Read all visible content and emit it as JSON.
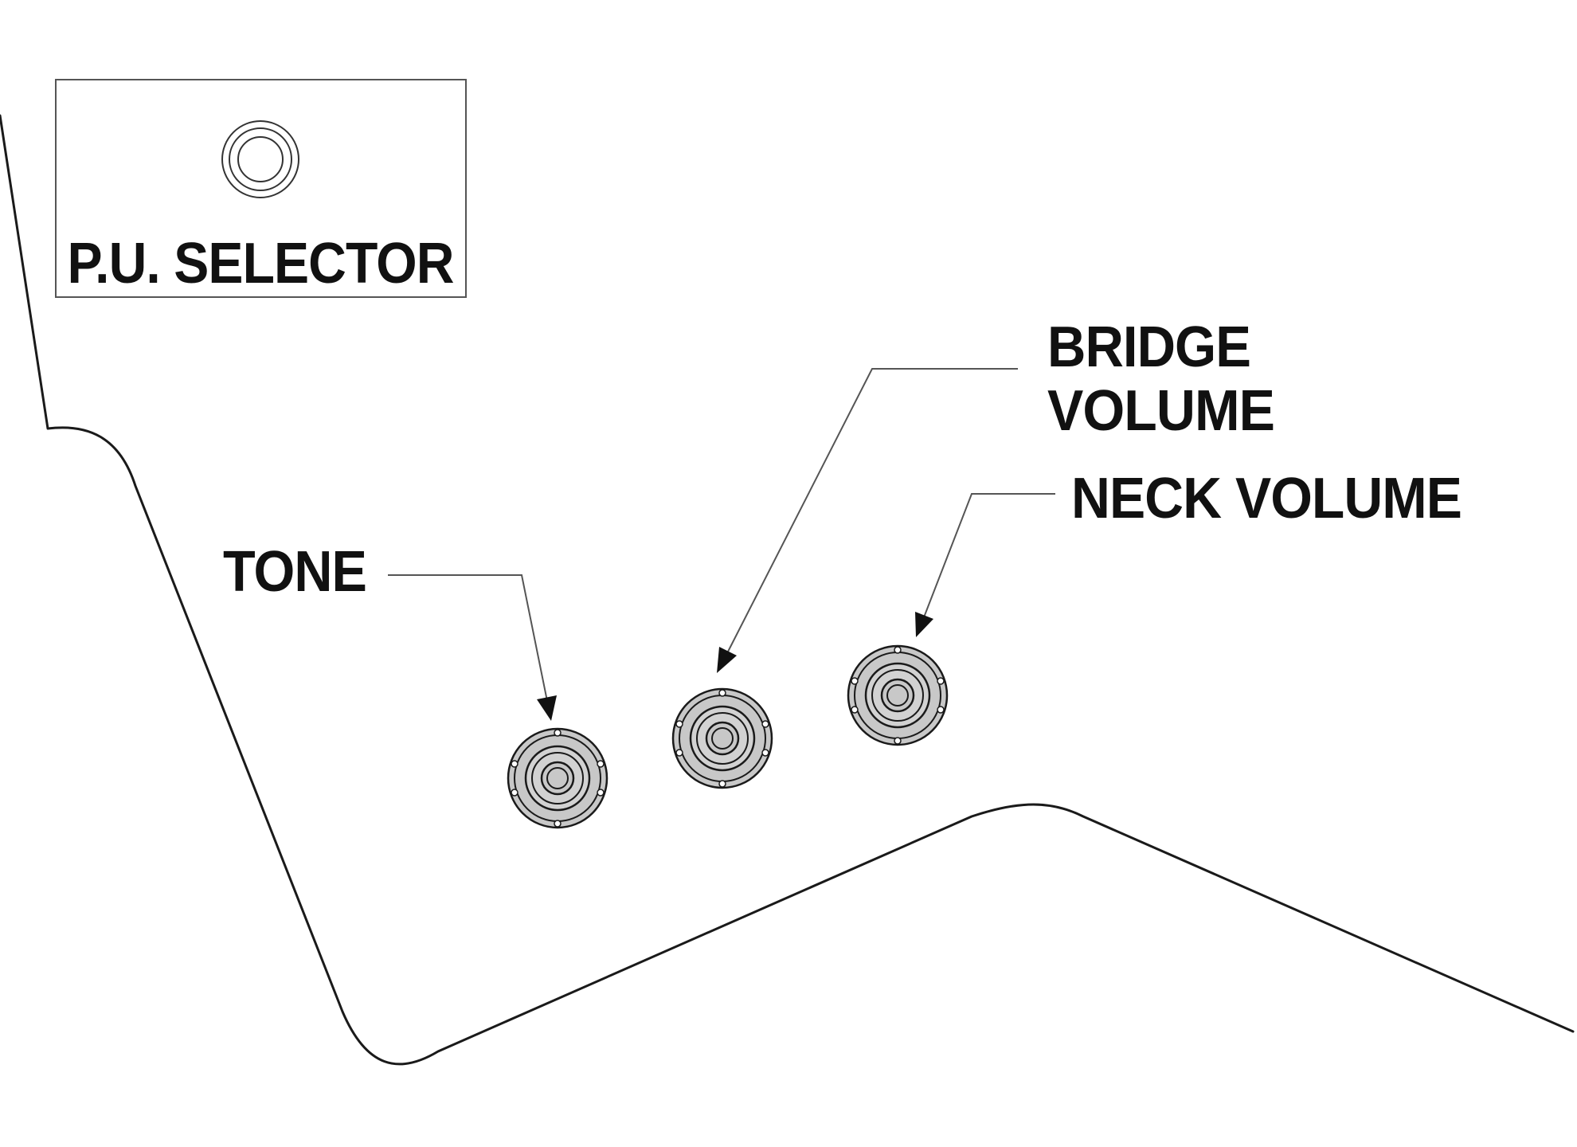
{
  "labels": {
    "pu_selector": "P.U. SELECTOR",
    "bridge_volume_line1": "BRIDGE",
    "bridge_volume_line2": "VOLUME",
    "neck_volume": "NECK VOLUME",
    "tone": "TONE"
  },
  "colors": {
    "knob_fill": "#c8c8c8",
    "outline": "#1a1a1a",
    "leader_line": "#555555",
    "background": "#ffffff"
  },
  "icons": {
    "knob": "control-knob-icon",
    "switch": "toggle-switch-icon"
  }
}
